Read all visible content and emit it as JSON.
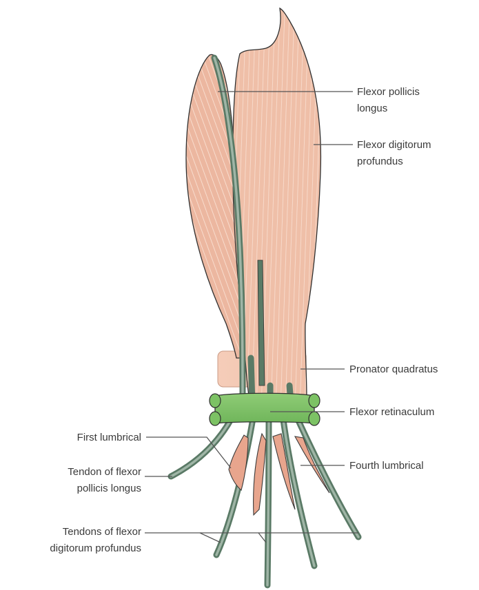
{
  "labels": {
    "flexor_pollicis_longus": [
      "Flexor pollicis",
      "longus"
    ],
    "flexor_digitorum_profundus": [
      "Flexor digitorum",
      "profundus"
    ],
    "pronator_quadratus": [
      "Pronator quadratus"
    ],
    "flexor_retinaculum": [
      "Flexor retinaculum"
    ],
    "first_lumbrical": [
      "First lumbrical"
    ],
    "fourth_lumbrical": [
      "Fourth lumbrical"
    ],
    "tendon_fpl": [
      "Tendon of flexor",
      "pollicis longus"
    ],
    "tendons_fdp": [
      "Tendons of flexor",
      "digitorum profundus"
    ]
  },
  "colors": {
    "muscle": "#ecb7a0",
    "muscle_fiber": "#f7d7c6",
    "tendon": "#5a7a66",
    "retinaculum": "#7cc264",
    "lumbrical": "#e8a58d",
    "pronator": "#f3c7b2"
  }
}
